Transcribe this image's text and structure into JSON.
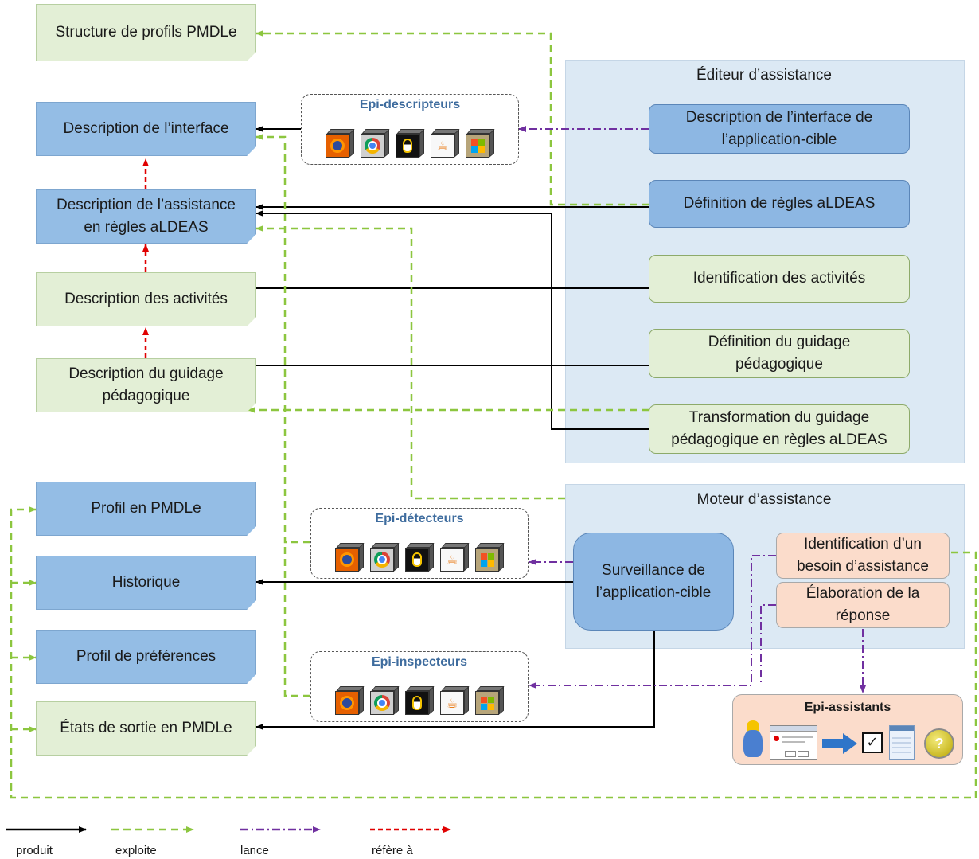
{
  "colors": {
    "produit": "#000000",
    "exploite": "#8cc63f",
    "lance": "#7030a0",
    "refere": "#e00000"
  },
  "documents": {
    "structure": "Structure de profils PMDLe",
    "interface": "Description de l’interface",
    "assistance": "Description de l’assistance\nen règles aLDEAS",
    "activites": "Description des activités",
    "guidage": "Description du guidage\npédagogique",
    "profil": "Profil en PMDLe",
    "historique": "Historique",
    "preferences": "Profil de préférences",
    "etats": "États de sortie en PMDLe"
  },
  "editeur": {
    "title": "Éditeur d’assistance",
    "interface_app": "Description de l’interface de\nl’application-cible",
    "regles": "Définition de règles aLDEAS",
    "activites": "Identification des activités",
    "guidage": "Définition du guidage\npédagogique",
    "transformation": "Transformation du guidage\npédagogique en règles aLDEAS"
  },
  "moteur": {
    "title": "Moteur d’assistance",
    "surveillance": "Surveillance de\nl’application-cible",
    "besoin": "Identification d’un\nbesoin d’assistance",
    "reponse": "Élaboration de la\nréponse"
  },
  "tools": {
    "descripteurs": "Epi-descripteurs",
    "detecteurs": "Epi-détecteurs",
    "inspecteurs": "Epi-inspecteurs",
    "assistants": "Epi-assistants",
    "icons": [
      "firefox-icon",
      "chrome-icon",
      "linux-icon",
      "java-icon",
      "windows-icon"
    ]
  },
  "legend": {
    "produit": "produit",
    "exploite": "exploite",
    "lance": "lance",
    "refere": "réfère à"
  }
}
